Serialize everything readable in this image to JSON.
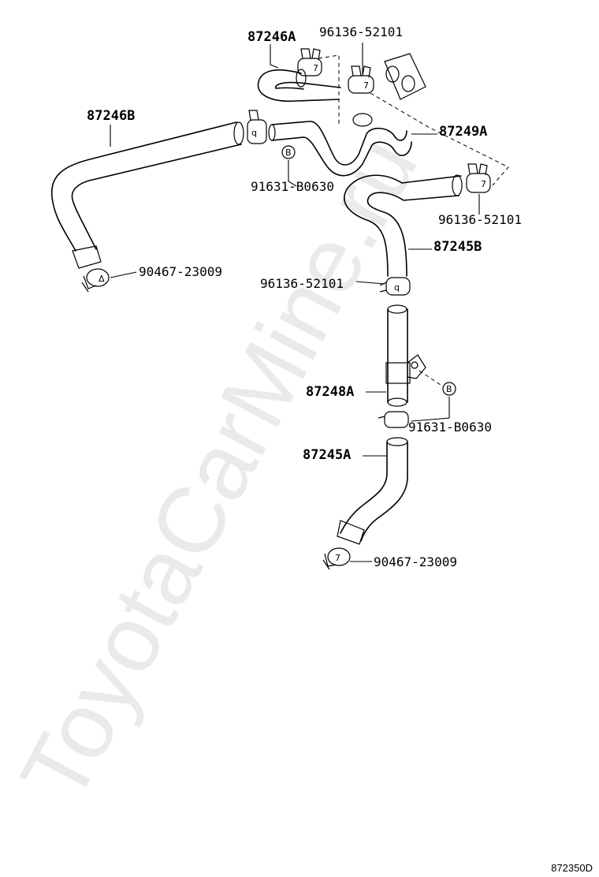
{
  "diagram": {
    "code": "872350D",
    "watermark": "ToyotaCarMine.ru",
    "callouts": {
      "hose_87246A": "87246A",
      "hose_87246B": "87246B",
      "hose_87249A": "87249A",
      "hose_87245B": "87245B",
      "pipe_87248A": "87248A",
      "hose_87245A": "87245A",
      "clamp_top": "96136-52101",
      "clamp_right": "96136-52101",
      "clamp_mid": "96136-52101",
      "bolt_upper": "91631-B0630",
      "bolt_lower": "91631-B0630",
      "clip_left": "90467-23009",
      "clip_bottom": "90467-23009"
    },
    "reference_marks": {
      "upper": "B",
      "lower": "B"
    }
  }
}
